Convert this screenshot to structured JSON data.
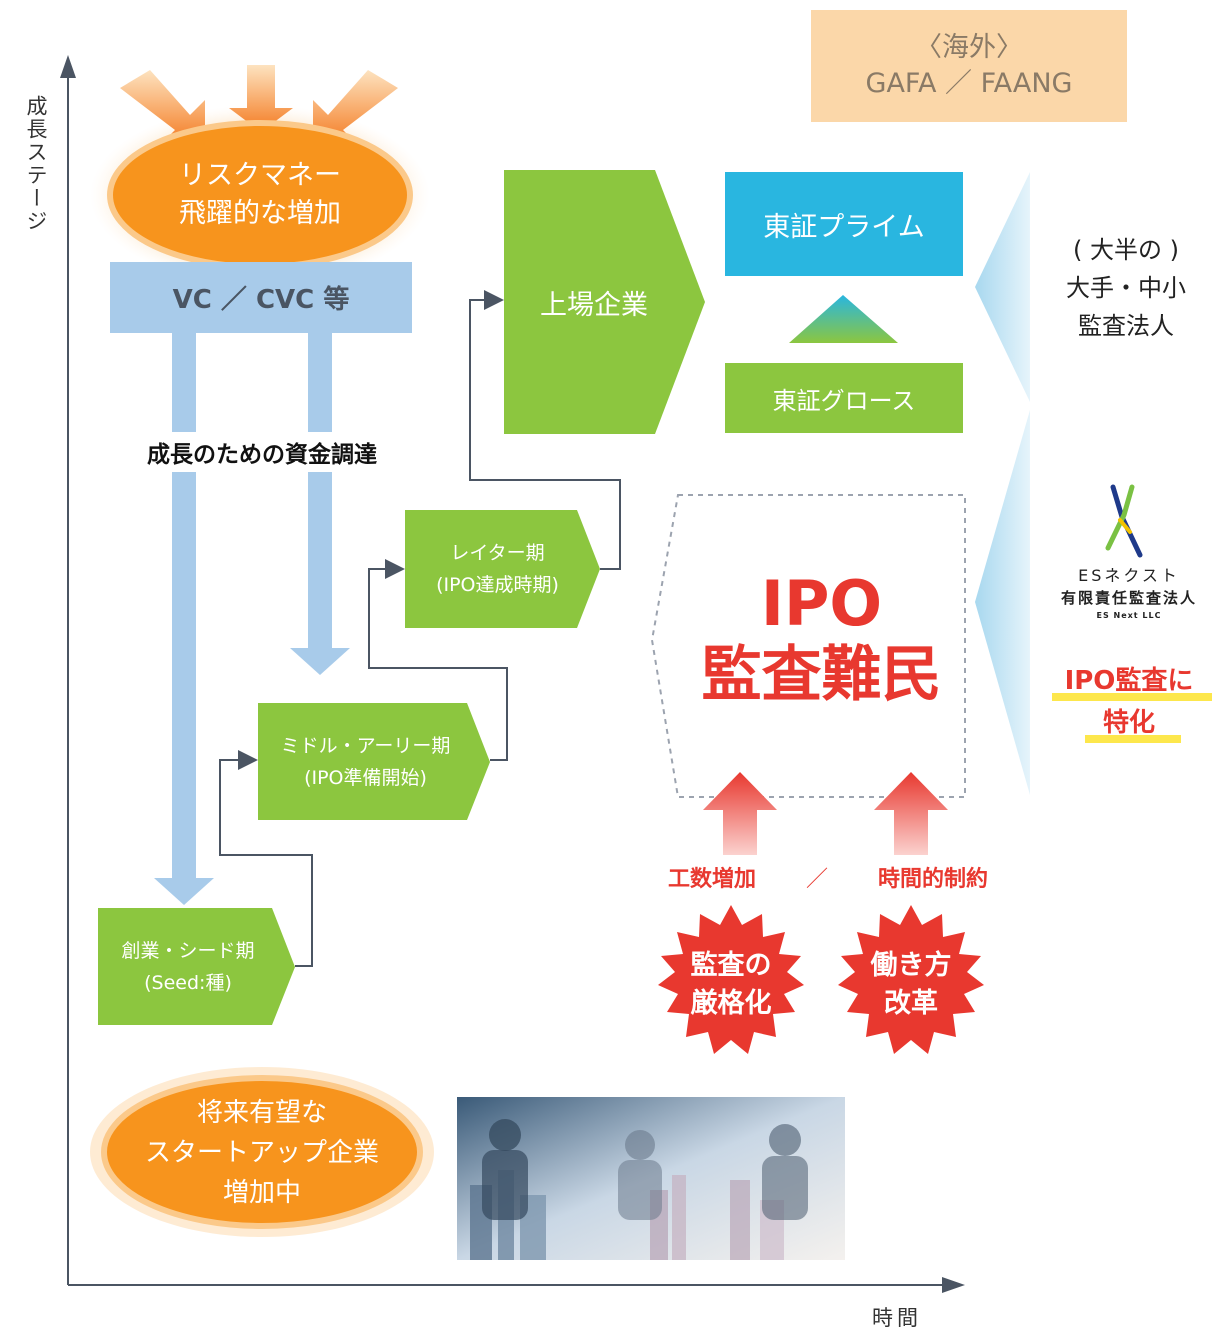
{
  "axes": {
    "y_label": "成長ステージ",
    "x_label": "時間"
  },
  "overseas": {
    "line1": "〈海外〉",
    "line2": "GAFA ／ FAANG"
  },
  "risk_money": {
    "line1": "リスクマネー",
    "line2": "飛躍的な増加"
  },
  "vc_box": "VC ／ CVC 等",
  "funding_label": "成長のための資金調達",
  "stages": {
    "listed": "上場企業",
    "later": {
      "line1": "レイター期",
      "line2": "(IPO達成時期)"
    },
    "middle": {
      "line1": "ミドル・アーリー期",
      "line2": "(IPO準備開始)"
    },
    "seed": {
      "line1": "創業・シード期",
      "line2": "(Seed:種)"
    }
  },
  "markets": {
    "prime": "東証プライム",
    "growth": "東証グロース"
  },
  "auditors": {
    "line1": "( 大半の )",
    "line2": "大手・中小",
    "line3": "監査法人"
  },
  "ipo_refugee": {
    "line1": "IPO",
    "line2": "監査難民"
  },
  "factors": {
    "left": "工数増加",
    "sep": "／",
    "right": "時間的制約"
  },
  "badges": {
    "strict": {
      "line1": "監査の",
      "line2": "厳格化"
    },
    "reform": {
      "line1": "働き方",
      "line2": "改革"
    }
  },
  "esnext": {
    "name_jp": "ESネクスト",
    "name_full": "有限責任監査法人",
    "name_en": "ES Next LLC",
    "tagline1": "IPO監査に",
    "tagline2": "特化"
  },
  "startup": {
    "line1": "将来有望な",
    "line2": "スタートアップ企業",
    "line3": "増加中"
  },
  "colors": {
    "green": "#8cc63f",
    "orange": "#f7941d",
    "light_blue": "#a8cbea",
    "cyan": "#29b6e0",
    "red": "#e8382f",
    "peach": "#fbd7a9"
  }
}
